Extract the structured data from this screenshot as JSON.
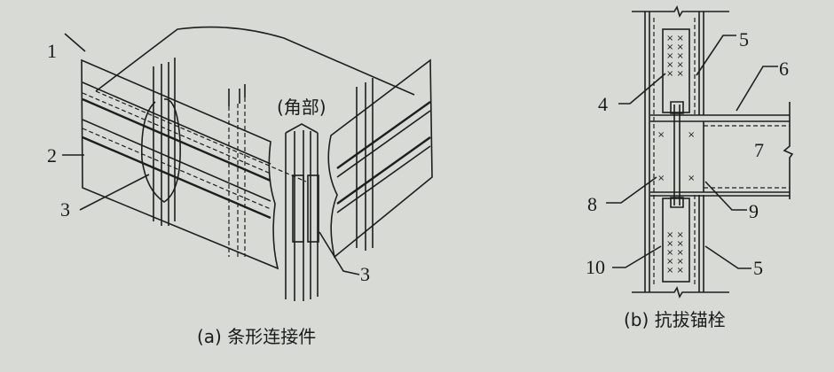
{
  "figure_a": {
    "caption": "(a) 条形连接件",
    "corner_label": "(角部)",
    "callouts": [
      "1",
      "2",
      "3",
      "3"
    ]
  },
  "figure_b": {
    "caption": "(b) 抗拔锚栓",
    "callouts": [
      "5",
      "6",
      "4",
      "7",
      "8",
      "9",
      "10",
      "5"
    ]
  },
  "colors": {
    "background": "#d8dbd5",
    "ink": "#1e1e1e"
  }
}
